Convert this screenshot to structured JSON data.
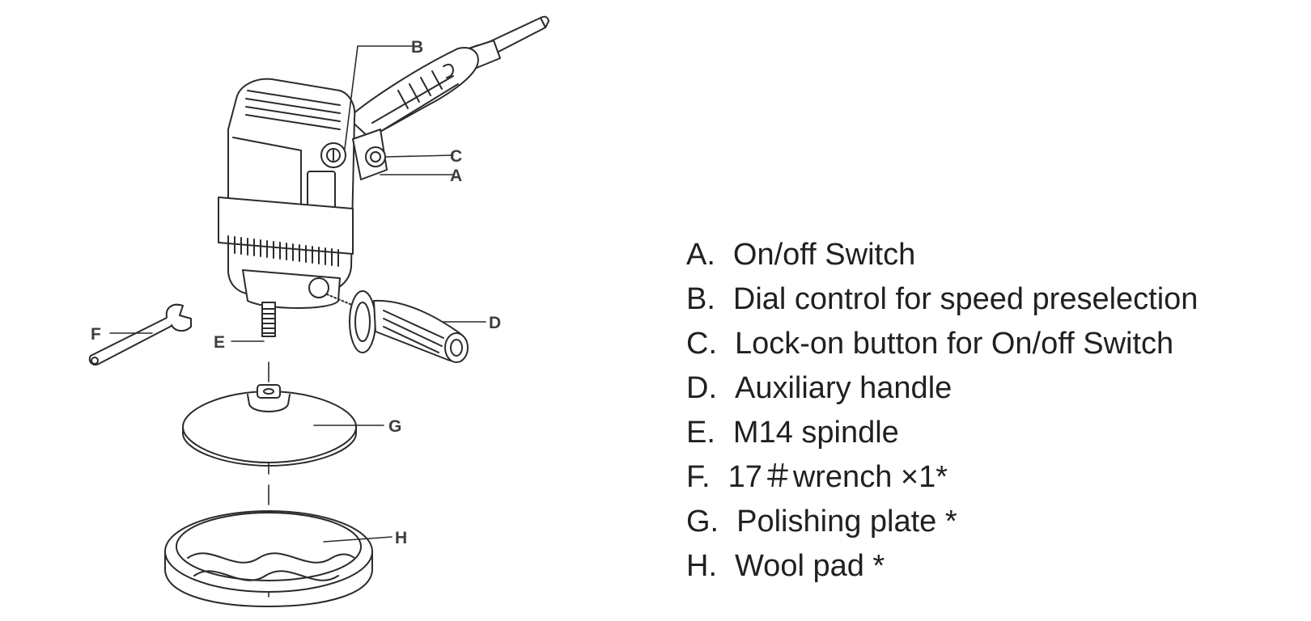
{
  "callouts": {
    "A": "A",
    "B": "B",
    "C": "C",
    "D": "D",
    "E": "E",
    "F": "F",
    "G": "G",
    "H": "H"
  },
  "legend": [
    {
      "letter": "A.",
      "text": "On/off Switch"
    },
    {
      "letter": "B.",
      "text": "Dial control for speed preselection"
    },
    {
      "letter": "C.",
      "text": "Lock-on button for On/off Switch"
    },
    {
      "letter": "D.",
      "text": "Auxiliary handle"
    },
    {
      "letter": "E.",
      "text": "M14 spindle"
    },
    {
      "letter": "F.",
      "text": "17＃wrench ×1*"
    },
    {
      "letter": "G.",
      "text": "Polishing plate *"
    },
    {
      "letter": "H.",
      "text": "Wool pad *"
    }
  ],
  "colors": {
    "line": "#2b2b2b",
    "text": "#231f20"
  }
}
